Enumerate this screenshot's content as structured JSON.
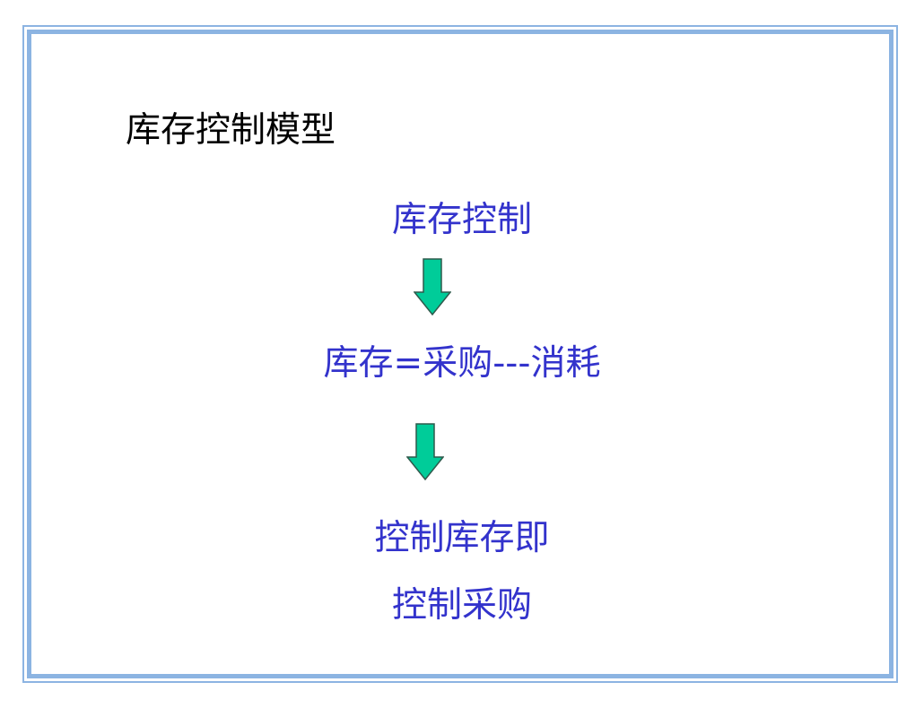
{
  "colors": {
    "frame": "#8cb4e2",
    "node_text": "#3333cc",
    "title_text": "#000000",
    "arrow_fill": "#00cc99",
    "arrow_stroke": "#2f5a4c"
  },
  "title": "库存控制模型",
  "nodes": [
    {
      "text": "库存控制"
    },
    {
      "text": "库存=采购---消耗"
    },
    {
      "text": "控制库存即"
    },
    {
      "text": "控制采购"
    }
  ],
  "arrows": [
    {
      "icon": "down-arrow-icon"
    },
    {
      "icon": "down-arrow-icon"
    }
  ]
}
